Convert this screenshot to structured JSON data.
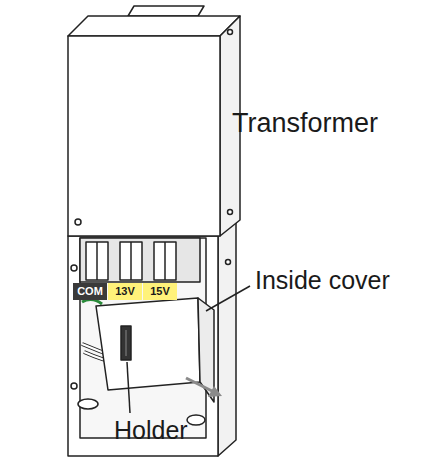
{
  "diagram": {
    "nodes": [
      {
        "text": [
          "COM"
        ]
      },
      {
        "text": [
          "13V"
        ]
      },
      {
        "text": [
          "15V"
        ]
      }
    ],
    "labels": [
      "Transformer",
      "Inside cover",
      "Holder"
    ]
  }
}
